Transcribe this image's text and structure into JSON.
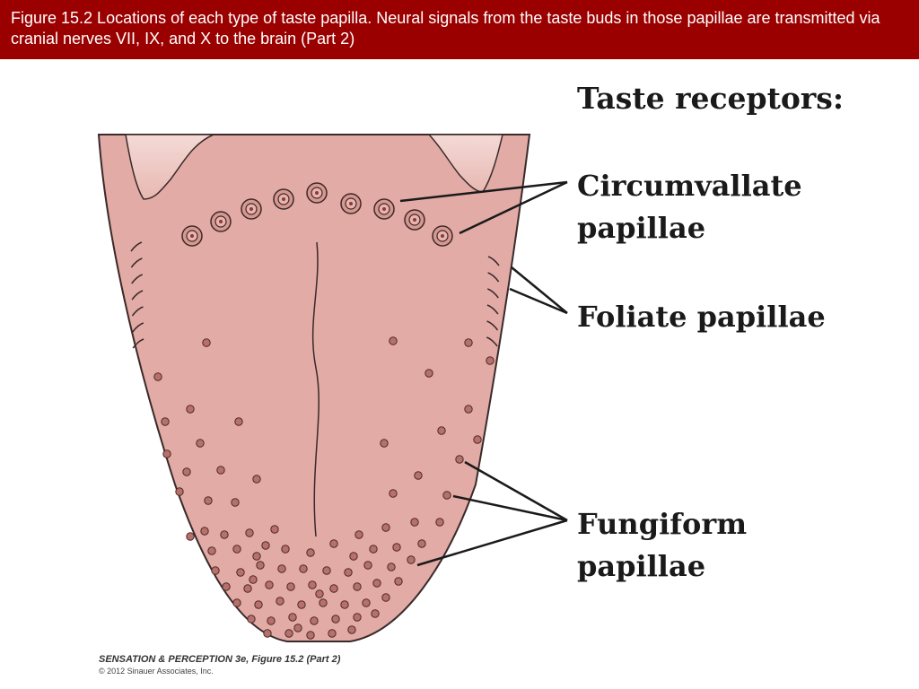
{
  "header": {
    "title": "Figure 15.2  Locations of each type of taste papilla. Neural signals from the taste buds in those papillae are transmitted via cranial nerves VII, IX, and X to the brain (Part 2)",
    "color": "#9b0000"
  },
  "diagram": {
    "heading": "Taste receptors:",
    "labels": {
      "circumvallate": {
        "line1": "Circumvallate",
        "line2": "papillae"
      },
      "foliate": {
        "line1": "Foliate papillae"
      },
      "fungiform": {
        "line1": "Fungiform",
        "line2": "papillae"
      }
    },
    "tongue_fill": "#e2aba6",
    "outline_color": "#3a2a2a"
  },
  "credit": {
    "title": "SENSATION & PERCEPTION 3e, Figure 15.2 (Part 2)",
    "copyright": "© 2012 Sinauer Associates, Inc."
  }
}
